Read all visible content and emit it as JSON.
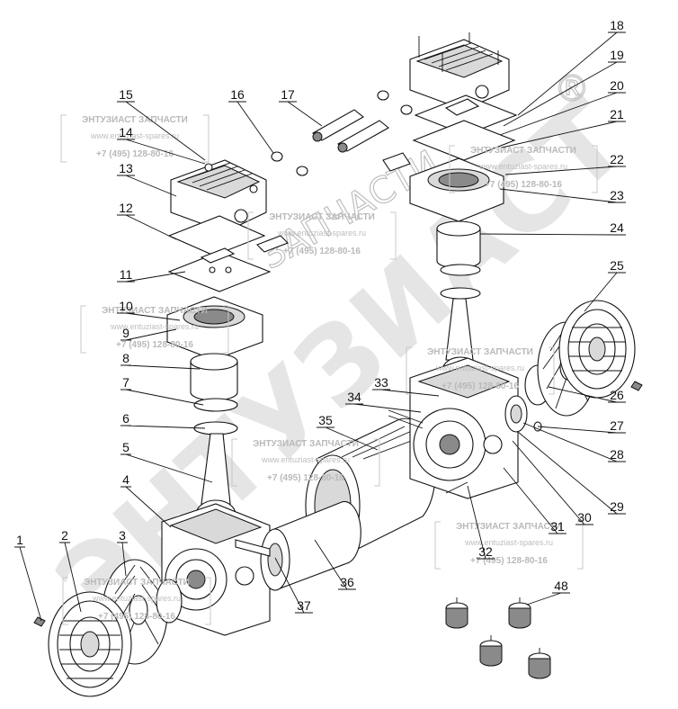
{
  "watermark": {
    "brand_big": "ЭНТУЗИАСТ",
    "brand_mid": "ЗАПЧАСТИ",
    "registered": "®",
    "stamp_title": "ЭНТУЗИАСТ ЗАПЧАСТИ",
    "stamp_site": "www.entuziast-spares.ru",
    "stamp_phone": "+7 (495) 128-80-16"
  },
  "callouts": [
    "1",
    "2",
    "3",
    "4",
    "5",
    "6",
    "7",
    "8",
    "9",
    "10",
    "11",
    "12",
    "13",
    "14",
    "15",
    "16",
    "17",
    "18",
    "19",
    "20",
    "21",
    "22",
    "23",
    "24",
    "25",
    "26",
    "27",
    "28",
    "29",
    "30",
    "31",
    "32",
    "33",
    "34",
    "35",
    "36",
    "37",
    "48"
  ]
}
